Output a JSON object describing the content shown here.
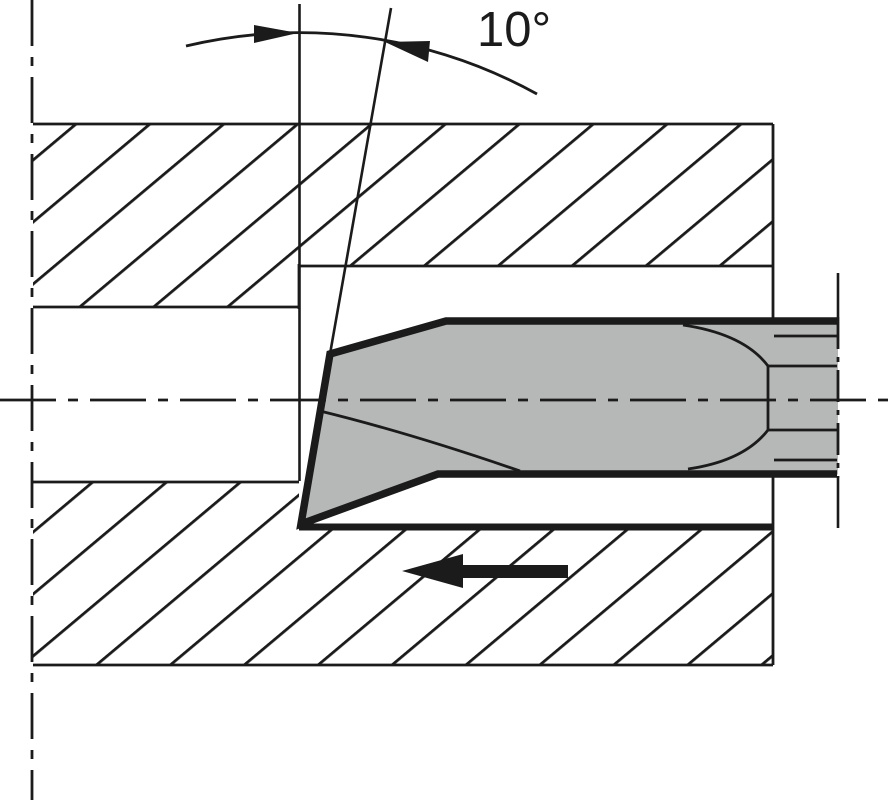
{
  "diagram": {
    "angle_label": "10°"
  },
  "icons": {
    "feed_arrow_direction": "left",
    "angle_arc_arrowheads": "inward-pair"
  },
  "colors": {
    "background": "#ffffff",
    "line": "#1b1b1b",
    "tool_fill": "#b6b8b7"
  }
}
